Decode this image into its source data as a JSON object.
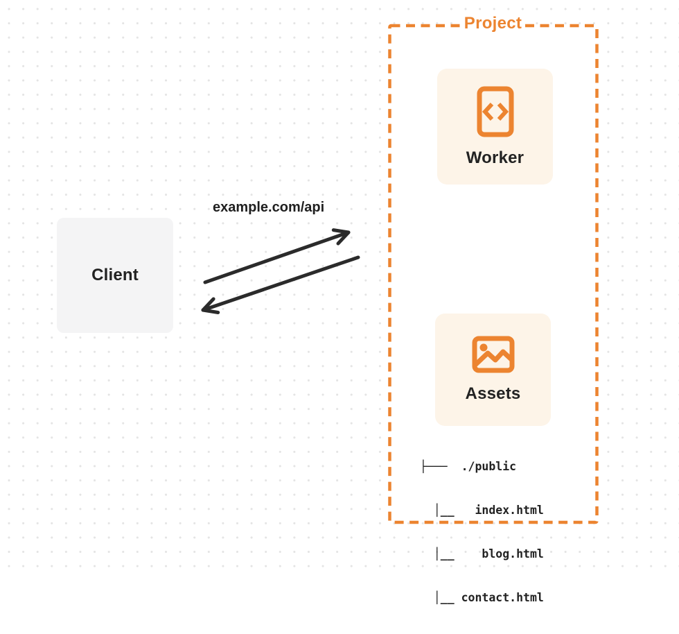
{
  "diagram": {
    "client": {
      "label": "Client"
    },
    "request_label": "example.com/api",
    "project": {
      "title": "Project",
      "nodes": [
        {
          "label": "Worker",
          "icon": "code-document-icon"
        },
        {
          "label": "Assets",
          "icon": "image-icon"
        }
      ],
      "file_tree_lines": [
        "├───  ./public",
        "  │__   index.html",
        "  │__    blog.html",
        "  │__ contact.html"
      ]
    },
    "colors": {
      "accent_orange": "#ec8430",
      "card_cream": "#fdf4e8",
      "client_gray": "#f4f4f5",
      "arrow_dark": "#2b2b2b",
      "text_dark": "#222222",
      "dot_grid": "#e4e4e4"
    }
  }
}
